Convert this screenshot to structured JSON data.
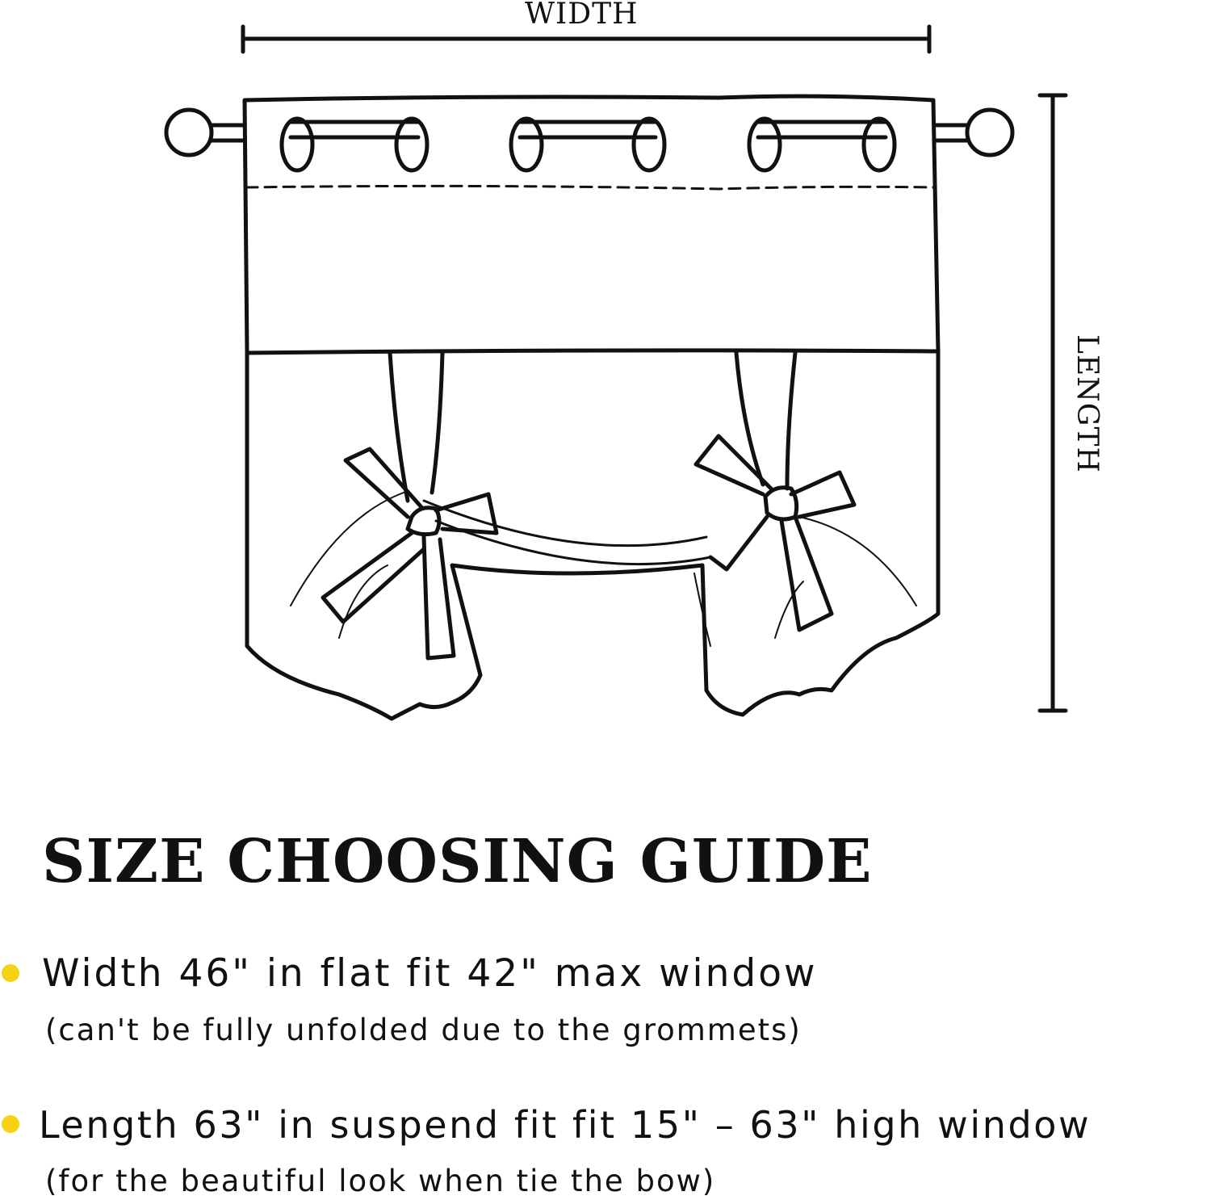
{
  "diagram": {
    "width_label": "WIDTH",
    "length_label": "LENGTH"
  },
  "guide": {
    "title": "SIZE CHOOSING GUIDE",
    "bullet_color": "#f5d313",
    "items": [
      {
        "main": "Width 46\" in flat fit 42\" max window",
        "note": "(can't be fully unfolded due to the grommets)"
      },
      {
        "main": "Length 63\" in suspend fit fit 15\" – 63\" high window",
        "note": "(for the beautiful look when tie the bow)"
      }
    ]
  }
}
